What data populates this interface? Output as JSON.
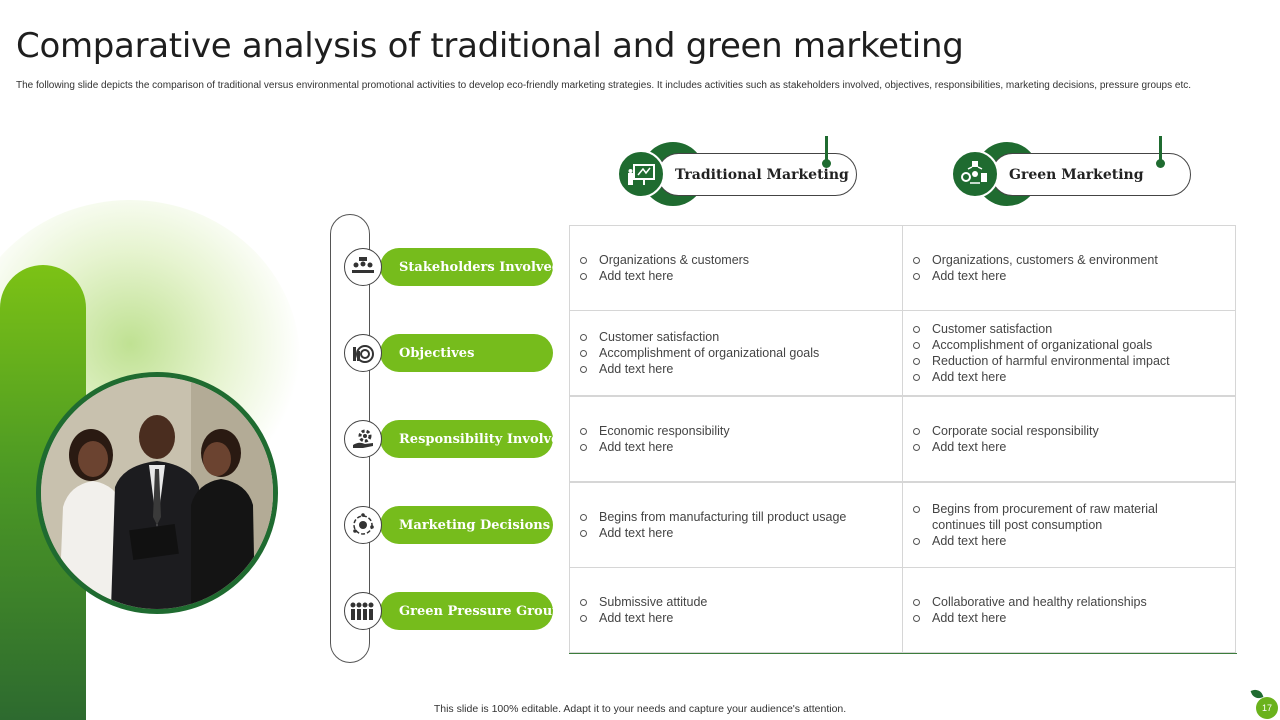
{
  "title": "Comparative analysis of traditional and green marketing",
  "subtitle": "The following slide depicts the comparison of traditional versus environmental promotional activities to develop eco-friendly marketing strategies. It includes activities such as stakeholders involved, objectives, responsibilities, marketing decisions, pressure groups etc.",
  "columns": [
    {
      "label": "Traditional Marketing",
      "icon": "billboard-icon"
    },
    {
      "label": "Green Marketing",
      "icon": "eco-cycle-icon"
    }
  ],
  "rows": [
    {
      "label": "Stakeholders Involved",
      "icon": "meeting-icon",
      "traditional": [
        "Organizations & customers",
        "Add text here"
      ],
      "green": [
        "Organizations, customers & environment",
        "Add text here"
      ]
    },
    {
      "label": "Objectives",
      "icon": "target-icon",
      "traditional": [
        "Customer satisfaction",
        "Accomplishment of organizational goals",
        "Add text here"
      ],
      "green": [
        "Customer satisfaction",
        "Accomplishment of organizational goals",
        "Reduction of harmful environmental  impact",
        "Add text here"
      ]
    },
    {
      "label": "Responsibility Involved",
      "icon": "gear-hand-icon",
      "traditional": [
        "Economic responsibility",
        "Add text here"
      ],
      "green": [
        "Corporate  social responsibility",
        "Add text here"
      ]
    },
    {
      "label": "Marketing Decisions",
      "icon": "decision-cycle-icon",
      "traditional": [
        "Begins from manufacturing till product usage",
        "Add text here"
      ],
      "green": [
        "Begins from procurement  of raw material continues till post consumption",
        "Add text here"
      ]
    },
    {
      "label": "Green Pressure Groups",
      "icon": "group-icon",
      "traditional": [
        "Submissive attitude",
        "Add text here"
      ],
      "green": [
        "Collaborative  and healthy relationships",
        "Add text here"
      ]
    }
  ],
  "footer": "This slide is 100% editable.  Adapt it to your needs and capture your audience's attention.",
  "page_number": "17",
  "colors": {
    "dark_green": "#1f6b30",
    "lime_green": "#76bc1c"
  }
}
